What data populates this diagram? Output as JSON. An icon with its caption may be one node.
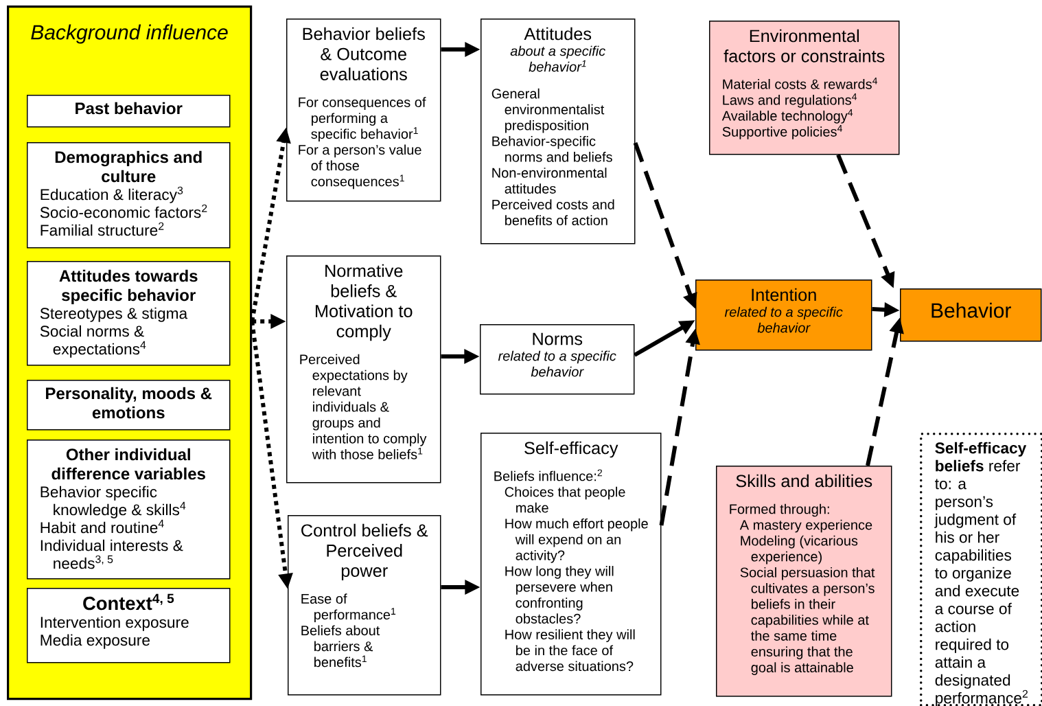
{
  "diagram": {
    "nodes": [
      {
        "text": [
          "Background influence"
        ]
      },
      {
        "text": [
          "Past behavior"
        ],
        "in": 0
      },
      {
        "text": [
          "Demographics and culture",
          "Education & literacy$^{3}$",
          "Socio-economic factors$^{2}$",
          "Familial structure$^{2}$"
        ],
        "in": 0
      },
      {
        "text": [
          "Attitudes towards specific behavior",
          "Stereotypes & stigma",
          "Social norms & expectations$^{4}$"
        ],
        "in": 0
      },
      {
        "text": [
          "Personality, moods & emotions"
        ],
        "in": 0
      },
      {
        "text": [
          "Other individual difference variables",
          "Behavior specific knowledge & skills$^{4}$",
          "Habit and routine$^{4}$",
          "Individual interests & needs$^{3, 5}$"
        ],
        "in": 0
      },
      {
        "text": [
          "Context$^{4, 5}$",
          "Intervention exposure",
          "Media exposure"
        ],
        "in": 0
      },
      {
        "text": [
          "Behavior beliefs & Outcome evaluations",
          "For consequences of performing a specific behavior$^{1}$",
          "For a person’s value of those consequences$^{1}$"
        ]
      },
      {
        "text": [
          "Attitudes",
          "about a specific behavior$^{1}$",
          "General environmentalist predisposition",
          "Behavior-specific norms and beliefs",
          "Non-environmental attitudes",
          "Perceived costs and benefits of action"
        ]
      },
      {
        "text": [
          "Environmental factors or constraints",
          "Material costs & rewards$^{4}$",
          "Laws and regulations$^{4}$",
          "Available technology$^{4}$",
          "Supportive policies$^{4}$"
        ]
      },
      {
        "text": [
          "Normative beliefs & Motivation to comply",
          "Perceived expectations by relevant individuals & groups and intention to comply with those beliefs$^{1}$"
        ]
      },
      {
        "text": [
          "Norms",
          "related to a specific behavior"
        ]
      },
      {
        "text": [
          "Intention",
          "related to a specific behavior"
        ]
      },
      {
        "text": [
          "Behavior"
        ]
      },
      {
        "text": [
          "Control beliefs & Perceived power",
          "Ease of performance$^{1}$",
          "Beliefs about barriers & benefits$^{1}$"
        ]
      },
      {
        "text": [
          "Self-efficacy",
          "Beliefs influence:$^{2}$",
          "Choices that people make",
          "How much effort people will expend on an activity?",
          "How long they will persevere when confronting obstacles?",
          "How resilient they will be in the face of adverse situations?"
        ]
      },
      {
        "text": [
          "Skills and abilities",
          "Formed through:",
          "A mastery experience",
          "Modeling (vicarious experience)",
          "Social persuasion that cultivates a person’s beliefs in their capabilities while at the same time ensuring that the goal is attainable"
        ]
      },
      {
        "text": [
          "**Self-efficacy beliefs** refer to: a person’s judgment of his or her capabilities to organize and execute a course of action required to attain a designated performance$^{2}$"
        ]
      }
    ],
    "edges": [
      {
        "from": 0,
        "to": 7,
        "arrow": "to",
        "style": "dashed"
      },
      {
        "from": 0,
        "to": 10,
        "arrow": "to",
        "style": "dashed"
      },
      {
        "from": 0,
        "to": 14,
        "arrow": "to",
        "style": "dashed"
      },
      {
        "from": 7,
        "to": 8,
        "arrow": "to"
      },
      {
        "from": 10,
        "to": 11,
        "arrow": "to"
      },
      {
        "from": 14,
        "to": 15,
        "arrow": "to"
      },
      {
        "from": 8,
        "to": 12,
        "arrow": "to",
        "style": "dashed"
      },
      {
        "from": 11,
        "to": 12,
        "arrow": "to"
      },
      {
        "from": 15,
        "to": 12,
        "arrow": "to",
        "style": "dashed"
      },
      {
        "from": 12,
        "to": 13,
        "arrow": "to"
      },
      {
        "from": 9,
        "to": 13,
        "arrow": "to",
        "style": "dashed"
      },
      {
        "from": 16,
        "to": 13,
        "arrow": "to",
        "style": "dashed"
      }
    ]
  }
}
